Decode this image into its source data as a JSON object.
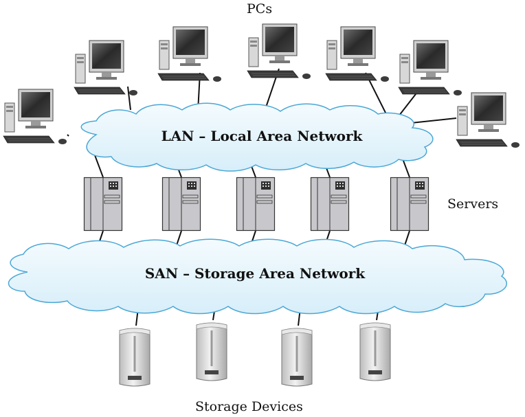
{
  "labels": {
    "pcs": "PCs",
    "lan": "LAN – Local Area Network",
    "servers": "Servers",
    "san": "SAN – Storage Area Network",
    "storage": "Storage Devices"
  },
  "colors": {
    "cloud_fill": "#d7eef9",
    "cloud_fill_light": "#f4fbfe",
    "cloud_stroke": "#4aa7d6",
    "line": "#111111",
    "server_fill": "#c8c8cc",
    "storage_fill": "#d9d9d9"
  },
  "icons": {
    "pc": "desktop-pc-icon",
    "server": "server-tower-icon",
    "storage": "storage-device-icon"
  },
  "counts": {
    "pcs": 7,
    "servers": 5,
    "storage_devices": 4
  }
}
